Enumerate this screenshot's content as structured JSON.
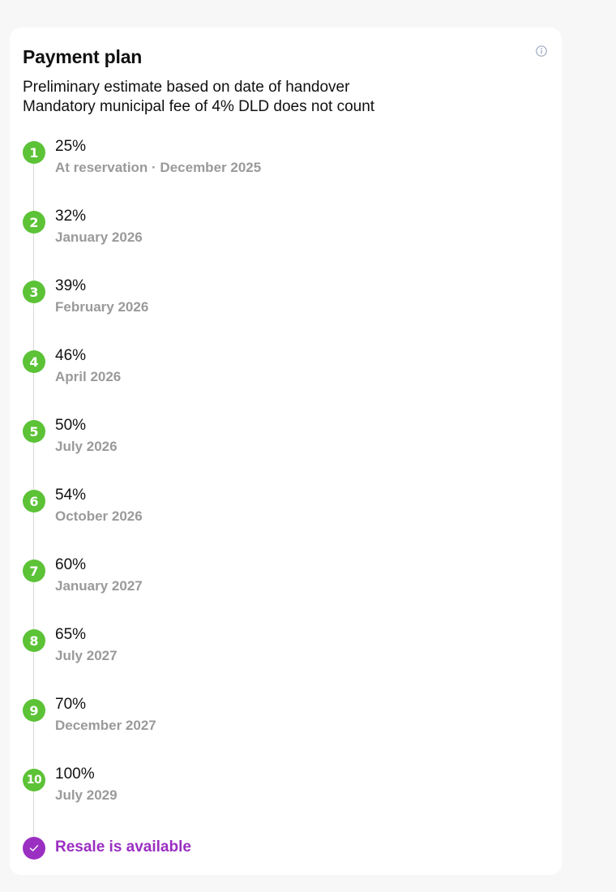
{
  "card": {
    "title": "Payment plan",
    "subtitle_lines": [
      "Preliminary estimate based on date of handover",
      "Mandatory municipal fee of 4% DLD does not count"
    ],
    "info_icon": "info-icon"
  },
  "steps": [
    {
      "number": "1",
      "percent": "25%",
      "date": "At reservation · December 2025",
      "value_percent": 25
    },
    {
      "number": "2",
      "percent": "32%",
      "date": "January 2026",
      "value_percent": 32
    },
    {
      "number": "3",
      "percent": "39%",
      "date": "February 2026",
      "value_percent": 39
    },
    {
      "number": "4",
      "percent": "46%",
      "date": "April 2026",
      "value_percent": 46
    },
    {
      "number": "5",
      "percent": "50%",
      "date": "July 2026",
      "value_percent": 50
    },
    {
      "number": "6",
      "percent": "54%",
      "date": "October 2026",
      "value_percent": 54
    },
    {
      "number": "7",
      "percent": "60%",
      "date": "January 2027",
      "value_percent": 60
    },
    {
      "number": "8",
      "percent": "65%",
      "date": "July 2027",
      "value_percent": 65
    },
    {
      "number": "9",
      "percent": "70%",
      "date": "December 2027",
      "value_percent": 70
    },
    {
      "number": "10",
      "percent": "100%",
      "date": "July 2029",
      "value_percent": 100
    }
  ],
  "resale": {
    "label": "Resale is available",
    "icon": "check-icon"
  },
  "colors": {
    "step_badge": "#5cc236",
    "resale_accent": "#9b2fc2",
    "muted_text": "#9a9a9a",
    "rail": "#d9d9d9"
  }
}
